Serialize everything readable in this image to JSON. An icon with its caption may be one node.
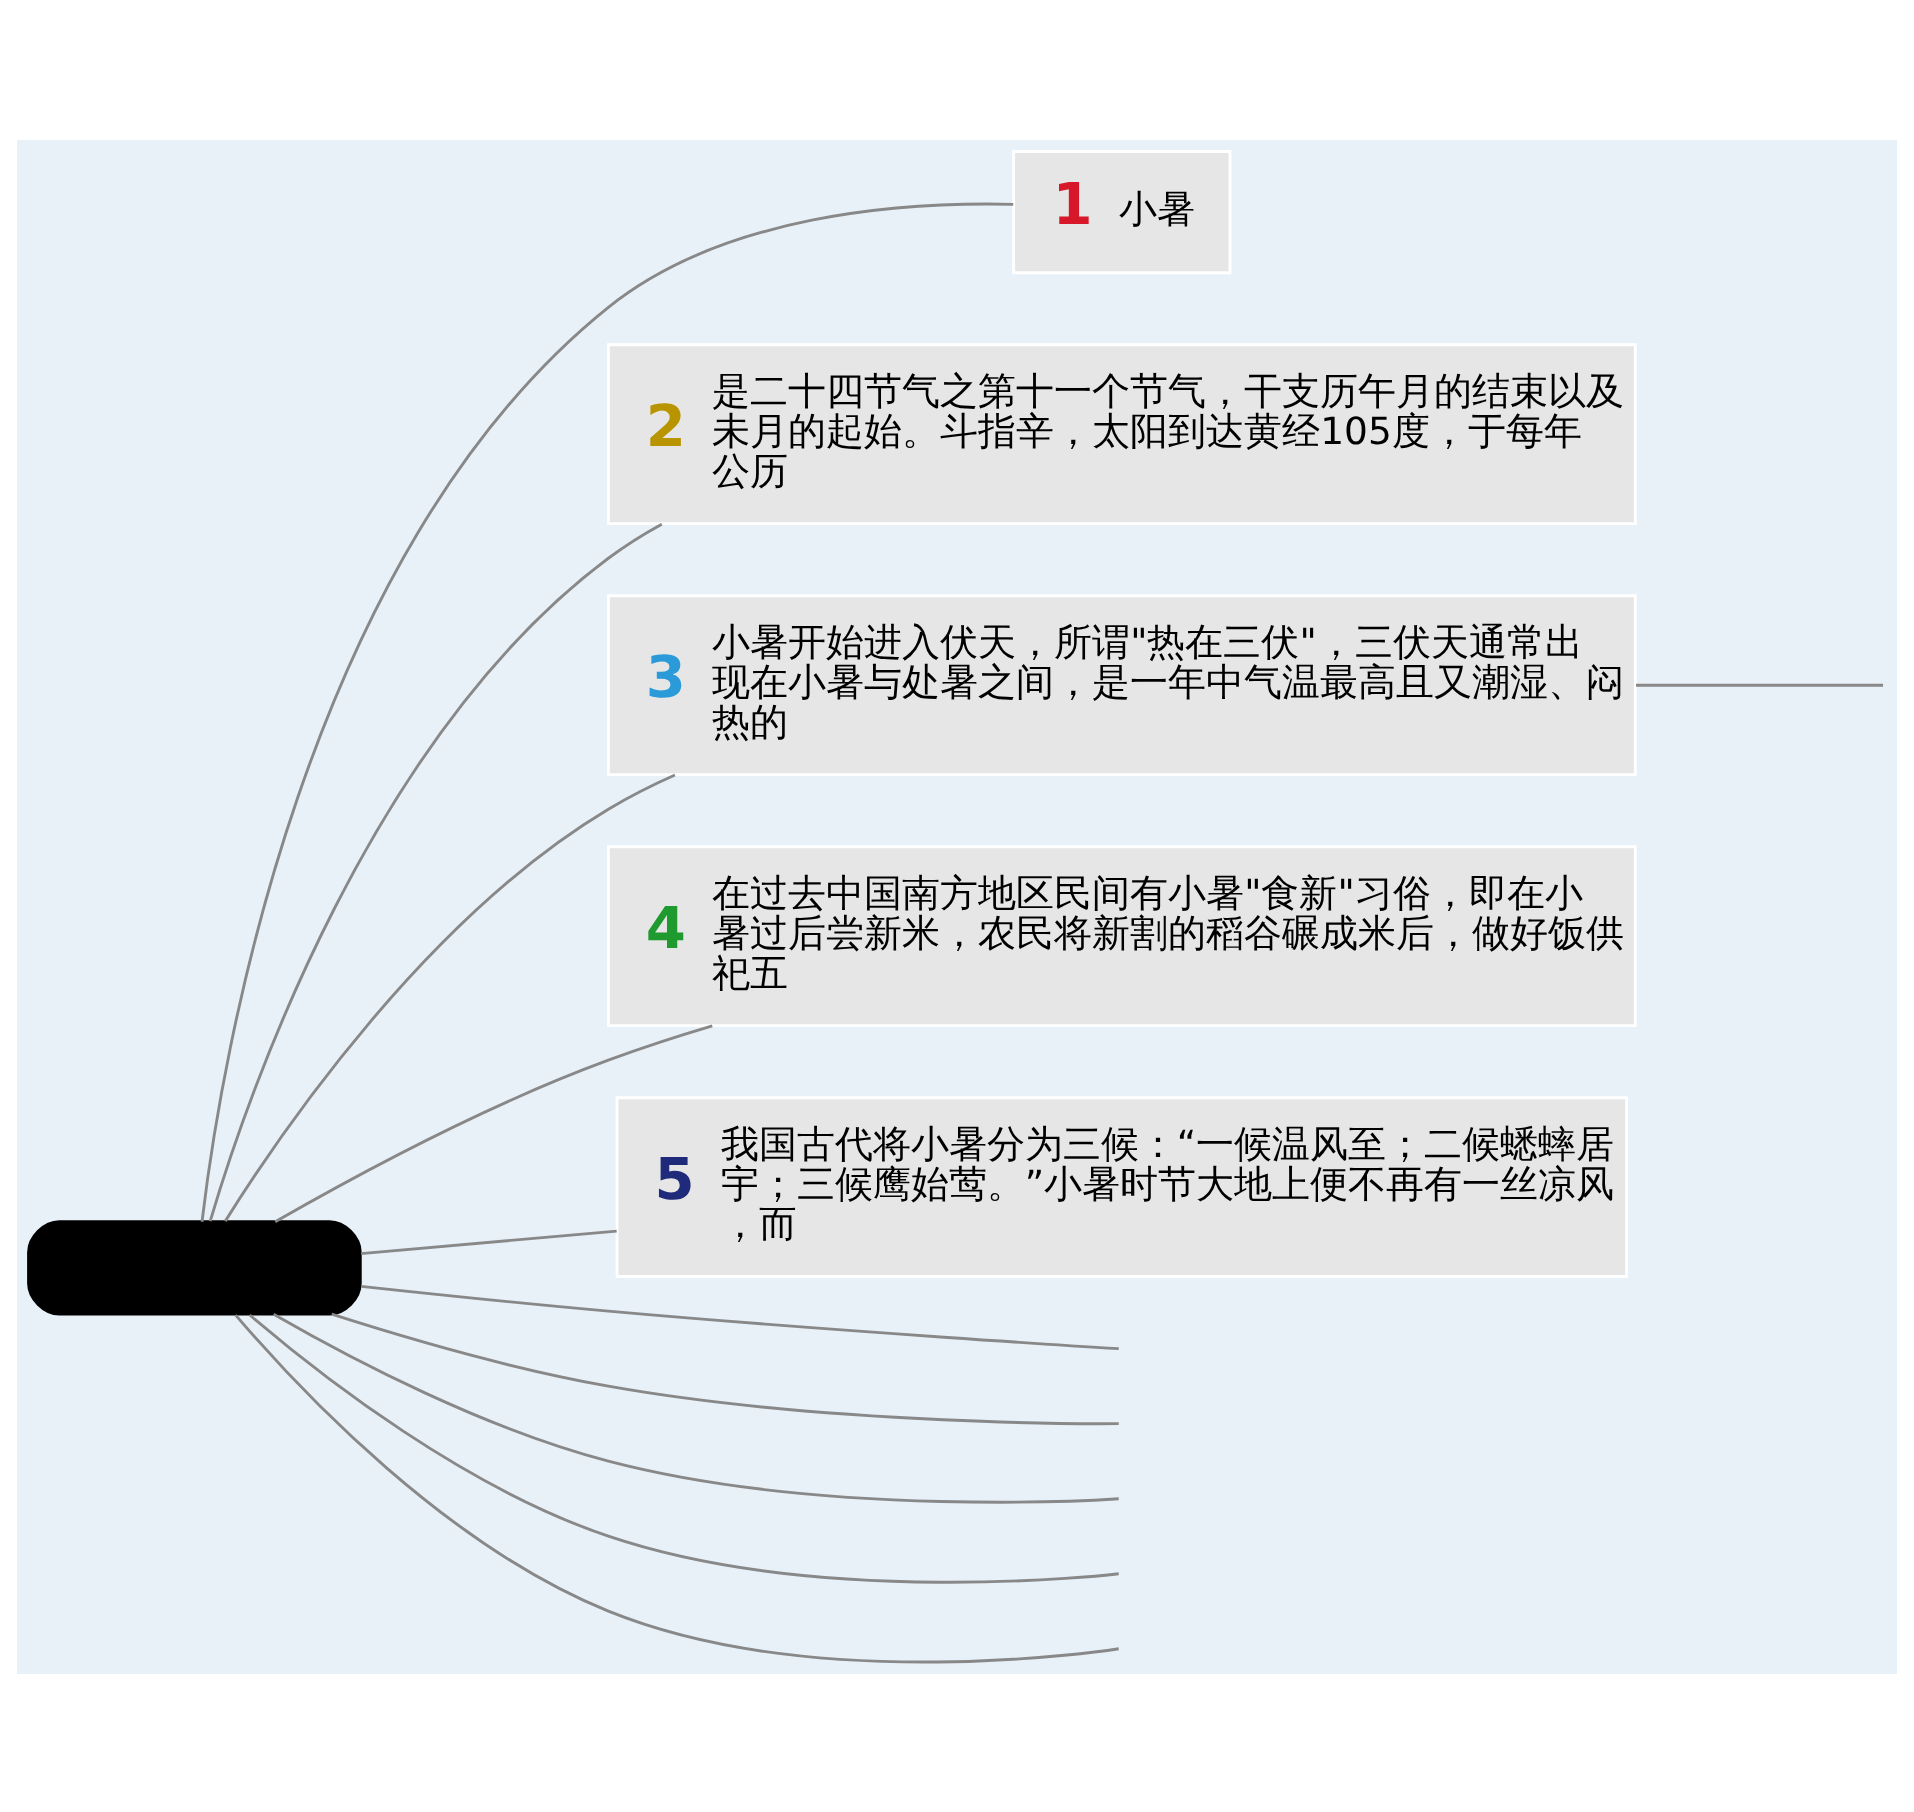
{
  "diagram": {
    "nodes": [
      {
        "text": [],
        "shape": "box"
      },
      {
        "text": [
          "1",
          "小暑"
        ]
      },
      {
        "text": [
          "2",
          "是二十四节气之第十一个节气，干支历午月的结束以及未月的起始。斗指辛，太阳到达黄经105度，于每年公历"
        ]
      },
      {
        "text": [
          "3",
          "小暑开始进入伏天，所谓\"热在三伏\"，三伏天通常出现在小暑与处暑之间，是一年中气温最高且又潮湿、闷热的"
        ]
      },
      {
        "text": [
          "4",
          "在过去中国南方地区民间有小暑\"食新\"习俗，即在小暑过后尝新米，农民将新割的稻谷碾成米后，做好饭供祀五"
        ]
      },
      {
        "text": [
          "5",
          "我国古代将小暑分为三候：“一候温风至；二候蟋蟀居宇；三候鹰始莺。”小暑时节大地上便不再有一丝凉风，而"
        ]
      }
    ],
    "edges": [
      {
        "from": 0,
        "to": 1,
        "arrow": "none"
      },
      {
        "from": 0,
        "to": 2,
        "arrow": "none"
      },
      {
        "from": 0,
        "to": 3,
        "arrow": "none"
      },
      {
        "from": 0,
        "to": 4,
        "arrow": "none"
      },
      {
        "from": 0,
        "to": 5,
        "arrow": "none"
      },
      {
        "from": 0,
        "to": null,
        "arrow": "none"
      },
      {
        "from": 0,
        "to": null,
        "arrow": "none"
      },
      {
        "from": 0,
        "to": null,
        "arrow": "none"
      },
      {
        "from": 0,
        "to": null,
        "arrow": "none"
      },
      {
        "from": 0,
        "to": null,
        "arrow": "none"
      },
      {
        "from": 3,
        "to": null,
        "arrow": "none"
      }
    ]
  }
}
